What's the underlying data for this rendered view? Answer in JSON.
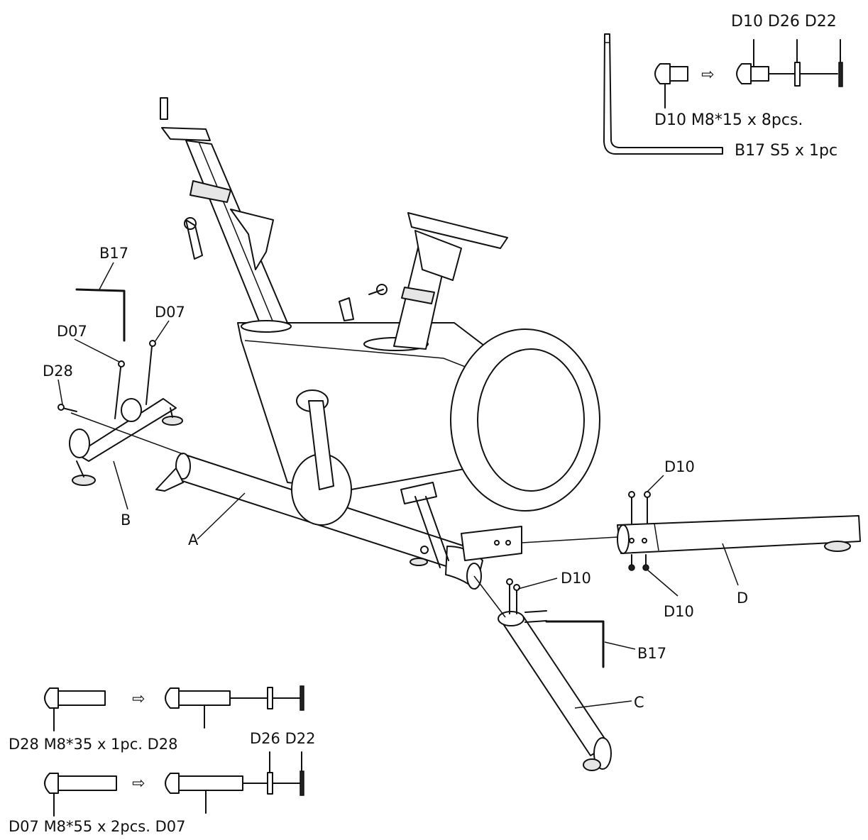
{
  "labels": {
    "b17_top": "B17",
    "d07_left": "D07",
    "d07_right": "D07",
    "d28": "D28",
    "b": "B",
    "a": "A",
    "d10_top": "D10",
    "d10_mid": "D10",
    "d10_bottom": "D10",
    "d": "D",
    "b17_right": "B17",
    "c": "C"
  },
  "hardware_top": {
    "header": "D10 D26 D22",
    "bolt_caption": "D10 M8*15 x 8pcs.",
    "wrench_caption": "B17 S5 x 1pc"
  },
  "hardware_bottom": {
    "d28_caption": "D28 M8*35 x 1pc. D28",
    "washer_header": "D26 D22",
    "d07_caption": "D07 M8*55 x 2pcs. D07"
  }
}
